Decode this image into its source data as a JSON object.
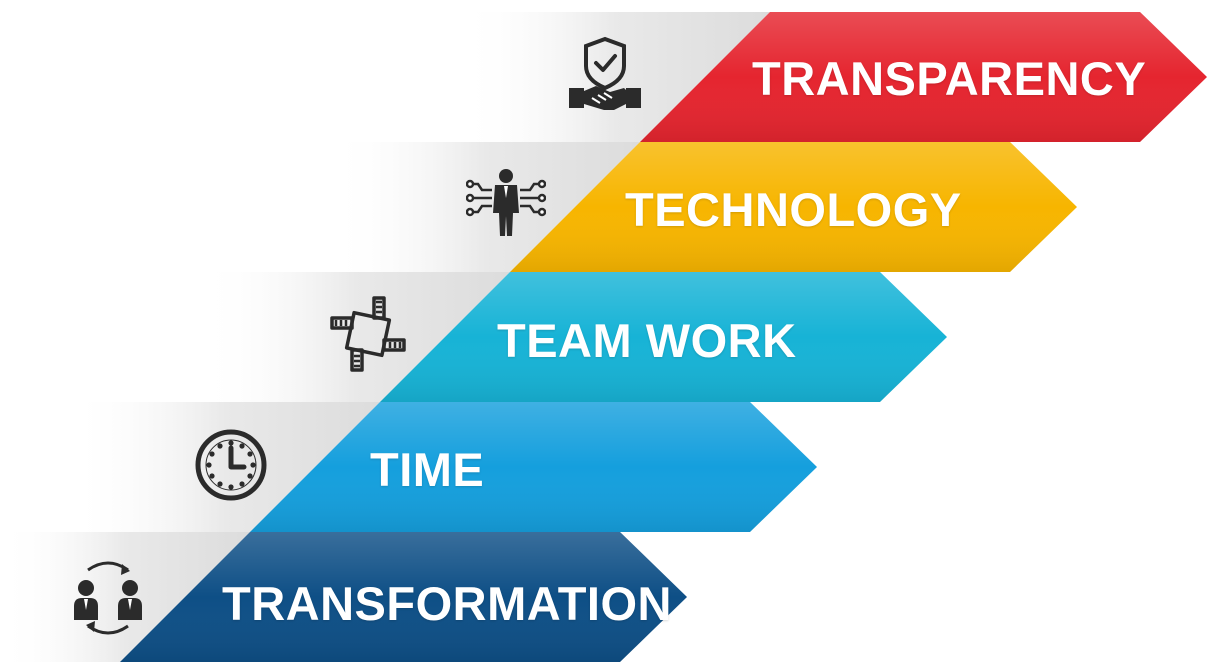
{
  "steps": [
    {
      "label": "TRANSPARENCY",
      "icon": "shield-handshake-icon",
      "color": "#e5252f",
      "color_light": "#f03a44"
    },
    {
      "label": "TECHNOLOGY",
      "icon": "businessman-network-icon",
      "color": "#f7b500",
      "color_light": "#ffc61a"
    },
    {
      "label": "TEAM WORK",
      "icon": "teamwork-hands-icon",
      "color": "#17b3d6",
      "color_light": "#2cc6e6"
    },
    {
      "label": "TIME",
      "icon": "clock-icon",
      "color": "#159fdd",
      "color_light": "#28b2ec"
    },
    {
      "label": "TRANSFORMATION",
      "icon": "people-exchange-icon",
      "color": "#0e4f86",
      "color_light": "#15609e"
    }
  ]
}
